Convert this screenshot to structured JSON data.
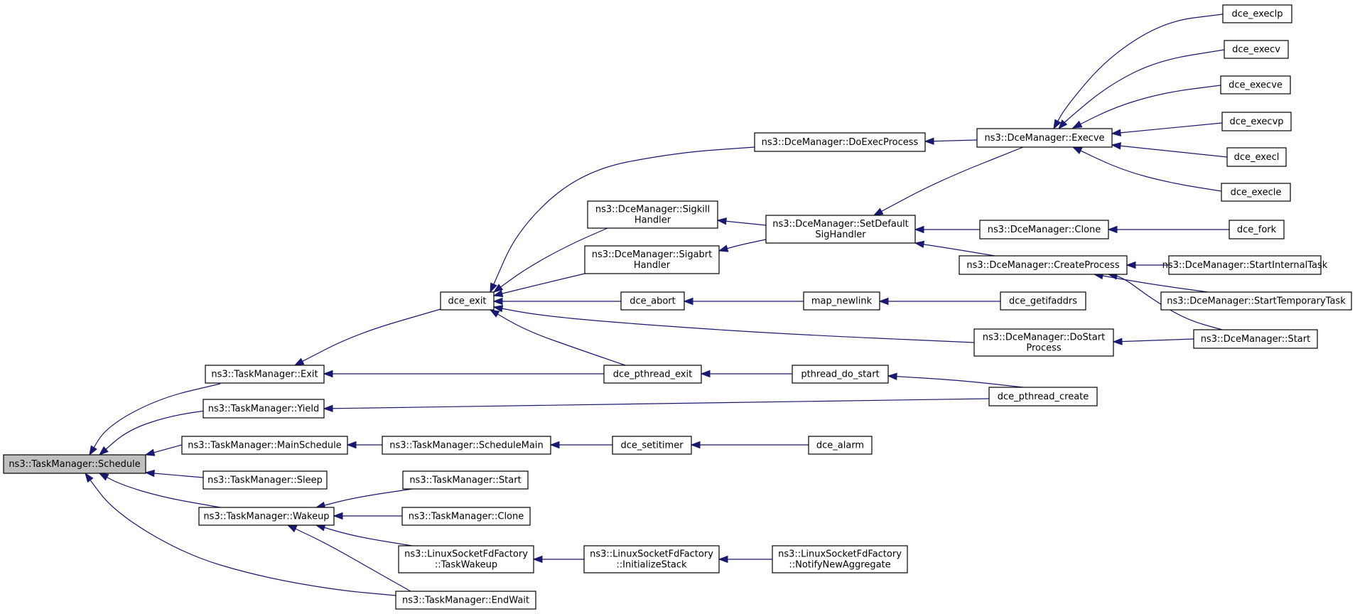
{
  "graph": {
    "edge_color": "#191970",
    "root_fill": "#bfbfbf",
    "nodes": [
      {
        "id": "schedule",
        "lines": [
          "ns3::TaskManager::Schedule"
        ],
        "root": true
      },
      {
        "id": "tm_exit",
        "lines": [
          "ns3::TaskManager::Exit"
        ]
      },
      {
        "id": "tm_yield",
        "lines": [
          "ns3::TaskManager::Yield"
        ]
      },
      {
        "id": "tm_mainschedule",
        "lines": [
          "ns3::TaskManager::MainSchedule"
        ]
      },
      {
        "id": "tm_sleep",
        "lines": [
          "ns3::TaskManager::Sleep"
        ]
      },
      {
        "id": "tm_wakeup",
        "lines": [
          "ns3::TaskManager::Wakeup"
        ]
      },
      {
        "id": "tm_endwait",
        "lines": [
          "ns3::TaskManager::EndWait"
        ]
      },
      {
        "id": "dce_exit",
        "lines": [
          "dce_exit"
        ]
      },
      {
        "id": "tm_schedulemain",
        "lines": [
          "ns3::TaskManager::ScheduleMain"
        ]
      },
      {
        "id": "tm_start",
        "lines": [
          "ns3::TaskManager::Start"
        ]
      },
      {
        "id": "tm_clone",
        "lines": [
          "ns3::TaskManager::Clone"
        ]
      },
      {
        "id": "lsff_taskwakeup",
        "lines": [
          "ns3::LinuxSocketFdFactory",
          "::TaskWakeup"
        ]
      },
      {
        "id": "dm_doexecprocess",
        "lines": [
          "ns3::DceManager::DoExecProcess"
        ]
      },
      {
        "id": "dm_sigkill",
        "lines": [
          "ns3::DceManager::Sigkill",
          "Handler"
        ]
      },
      {
        "id": "dm_sigabrt",
        "lines": [
          "ns3::DceManager::Sigabrt",
          "Handler"
        ]
      },
      {
        "id": "dce_abort",
        "lines": [
          "dce_abort"
        ]
      },
      {
        "id": "dce_pthread_exit",
        "lines": [
          "dce_pthread_exit"
        ]
      },
      {
        "id": "dce_setitimer",
        "lines": [
          "dce_setitimer"
        ]
      },
      {
        "id": "lsff_initstack",
        "lines": [
          "ns3::LinuxSocketFdFactory",
          "::InitializeStack"
        ]
      },
      {
        "id": "dm_setdefaultsig",
        "lines": [
          "ns3::DceManager::SetDefault",
          "SigHandler"
        ]
      },
      {
        "id": "map_newlink",
        "lines": [
          "map_newlink"
        ]
      },
      {
        "id": "pthread_do_start",
        "lines": [
          "pthread_do_start"
        ]
      },
      {
        "id": "dce_alarm",
        "lines": [
          "dce_alarm"
        ]
      },
      {
        "id": "lsff_notifynewagg",
        "lines": [
          "ns3::LinuxSocketFdFactory",
          "::NotifyNewAggregate"
        ]
      },
      {
        "id": "dm_execve",
        "lines": [
          "ns3::DceManager::Execve"
        ]
      },
      {
        "id": "dm_clone",
        "lines": [
          "ns3::DceManager::Clone"
        ]
      },
      {
        "id": "dm_createprocess",
        "lines": [
          "ns3::DceManager::CreateProcess"
        ]
      },
      {
        "id": "dce_getifaddrs",
        "lines": [
          "dce_getifaddrs"
        ]
      },
      {
        "id": "dm_dostartprocess",
        "lines": [
          "ns3::DceManager::DoStart",
          "Process"
        ]
      },
      {
        "id": "dce_pthread_create",
        "lines": [
          "dce_pthread_create"
        ]
      },
      {
        "id": "dce_execlp",
        "lines": [
          "dce_execlp"
        ]
      },
      {
        "id": "dce_execv",
        "lines": [
          "dce_execv"
        ]
      },
      {
        "id": "dce_execve",
        "lines": [
          "dce_execve"
        ]
      },
      {
        "id": "dce_execvp",
        "lines": [
          "dce_execvp"
        ]
      },
      {
        "id": "dce_execl",
        "lines": [
          "dce_execl"
        ]
      },
      {
        "id": "dce_execle",
        "lines": [
          "dce_execle"
        ]
      },
      {
        "id": "dce_fork",
        "lines": [
          "dce_fork"
        ]
      },
      {
        "id": "dm_startinternaltask",
        "lines": [
          "ns3::DceManager::StartInternalTask"
        ]
      },
      {
        "id": "dm_starttemporarytask",
        "lines": [
          "ns3::DceManager::StartTemporaryTask"
        ]
      },
      {
        "id": "dm_start",
        "lines": [
          "ns3::DceManager::Start"
        ]
      }
    ],
    "edges": [
      [
        "schedule",
        "tm_exit"
      ],
      [
        "schedule",
        "tm_yield"
      ],
      [
        "schedule",
        "tm_mainschedule"
      ],
      [
        "schedule",
        "tm_sleep"
      ],
      [
        "schedule",
        "tm_wakeup"
      ],
      [
        "schedule",
        "tm_endwait"
      ],
      [
        "tm_exit",
        "dce_exit"
      ],
      [
        "tm_exit",
        "dce_pthread_exit"
      ],
      [
        "tm_yield",
        "dce_pthread_create"
      ],
      [
        "tm_mainschedule",
        "tm_schedulemain"
      ],
      [
        "tm_wakeup",
        "tm_start"
      ],
      [
        "tm_wakeup",
        "tm_clone"
      ],
      [
        "tm_wakeup",
        "lsff_taskwakeup"
      ],
      [
        "tm_wakeup",
        "tm_endwait"
      ],
      [
        "dce_exit",
        "dm_doexecprocess"
      ],
      [
        "dce_exit",
        "dm_sigkill"
      ],
      [
        "dce_exit",
        "dm_sigabrt"
      ],
      [
        "dce_exit",
        "dce_abort"
      ],
      [
        "dce_exit",
        "dce_pthread_exit"
      ],
      [
        "dce_exit",
        "dm_dostartprocess"
      ],
      [
        "tm_schedulemain",
        "dce_setitimer"
      ],
      [
        "lsff_taskwakeup",
        "lsff_initstack"
      ],
      [
        "dm_doexecprocess",
        "dm_execve"
      ],
      [
        "dm_sigkill",
        "dm_setdefaultsig"
      ],
      [
        "dm_sigabrt",
        "dm_setdefaultsig"
      ],
      [
        "dce_abort",
        "map_newlink"
      ],
      [
        "dce_pthread_exit",
        "pthread_do_start"
      ],
      [
        "dce_setitimer",
        "dce_alarm"
      ],
      [
        "lsff_initstack",
        "lsff_notifynewagg"
      ],
      [
        "dm_setdefaultsig",
        "dm_execve"
      ],
      [
        "dm_setdefaultsig",
        "dm_clone"
      ],
      [
        "dm_setdefaultsig",
        "dm_createprocess"
      ],
      [
        "map_newlink",
        "dce_getifaddrs"
      ],
      [
        "pthread_do_start",
        "dce_pthread_create"
      ],
      [
        "dm_execve",
        "dce_execlp"
      ],
      [
        "dm_execve",
        "dce_execv"
      ],
      [
        "dm_execve",
        "dce_execve"
      ],
      [
        "dm_execve",
        "dce_execvp"
      ],
      [
        "dm_execve",
        "dce_execl"
      ],
      [
        "dm_execve",
        "dce_execle"
      ],
      [
        "dm_clone",
        "dce_fork"
      ],
      [
        "dm_createprocess",
        "dm_startinternaltask"
      ],
      [
        "dm_createprocess",
        "dm_starttemporarytask"
      ],
      [
        "dm_createprocess",
        "dm_start"
      ],
      [
        "dm_dostartprocess",
        "dm_start"
      ]
    ]
  }
}
